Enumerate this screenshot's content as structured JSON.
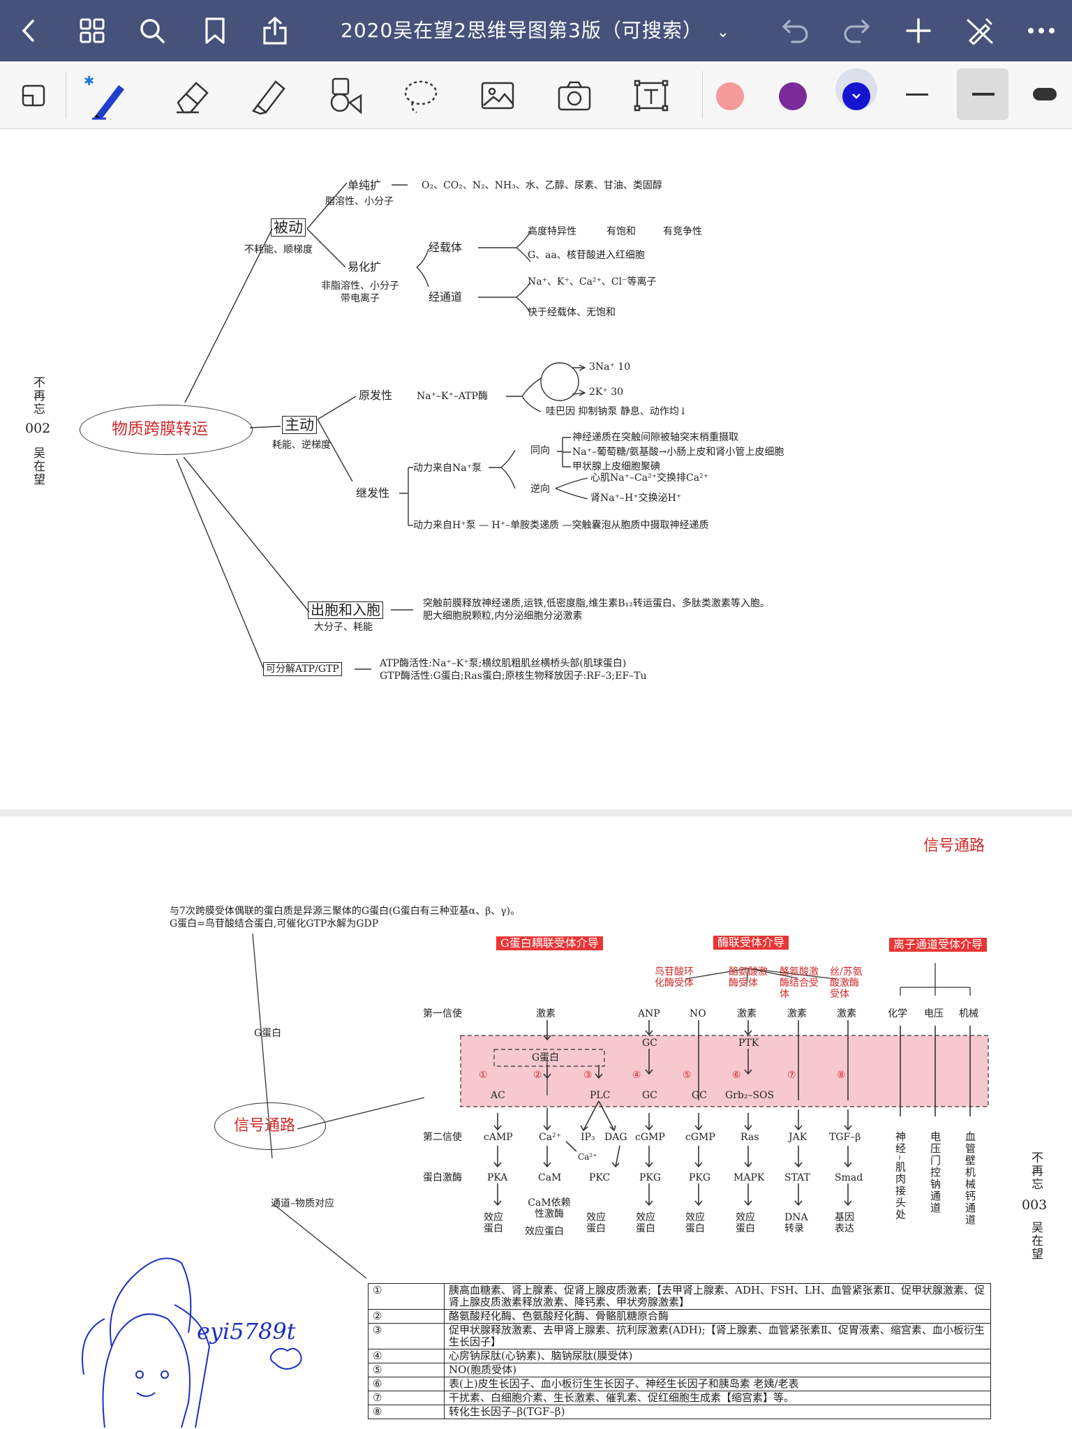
{
  "app": {
    "title": "2020吴在望2思维导图第3版（可搜索）",
    "title_chevron": "⌄"
  },
  "toolbar": {
    "colors": [
      "#f59a9a",
      "#7b2a9a",
      "#1515d0"
    ]
  },
  "page1": {
    "side_a": "不再忘",
    "side_num": "002",
    "side_b": "吴在望",
    "center": "物质跨膜转运",
    "passive": {
      "label": "被动",
      "sub": "不耗能、顺梯度",
      "simple": "单纯扩",
      "simple_sub": "脂溶性、小分子",
      "simple_items": "O₂、CO₂、N₂、NH₃、水、乙醇、尿素、甘油、类固醇",
      "facil": "易化扩",
      "facil_sub1": "非脂溶性、小分子",
      "facil_sub2": "带电离子",
      "carrier": "经载体",
      "carrier_a1": "高度特异性",
      "carrier_a2": "有饱和",
      "carrier_a3": "有竞争性",
      "carrier_b": "G、aa、核苷酸进入红细胞",
      "channel": "经通道",
      "channel_a": "Na⁺、K⁺、Ca²⁺、Cl⁻等离子",
      "channel_b": "快于经载体、无饱和"
    },
    "active": {
      "label": "主动",
      "sub": "耗能、逆梯度",
      "primary": "原发性",
      "pump": "Na⁺–K⁺–ATP酶",
      "na": "3Na⁺ 10",
      "k": "2K⁺ 30",
      "ouabain": "哇巴因 抑制钠泵 静息、动作均↓",
      "secondary": "继发性",
      "from_na": "动力来自Na⁺泵",
      "same": "同向",
      "same1": "神经递质在突触间隙被轴突末梢重摄取",
      "same2": "Na⁺–葡萄糖/氨基酸→小肠上皮和肾小管上皮细胞",
      "same3": "甲状腺上皮细胞聚碘",
      "counter": "逆向",
      "counter1": "心肌Na⁺–Ca²⁺交换排Ca²⁺",
      "counter2": "肾Na⁺–H⁺交换泌H⁺",
      "from_h": "动力来自H⁺泵 — H⁺–单胺类递质 —突触囊泡从胞质中摄取神经递质"
    },
    "exo": {
      "label": "出胞和入胞",
      "sub": "大分子、耗能",
      "line1": "突触前膜释放神经递质,运铁,低密度脂,维生素B₁₂转运蛋白、多肽类激素等入胞。",
      "line2": "肥大细胞脱颗粒,内分泌细胞分泌激素"
    },
    "atp": {
      "label": "可分解ATP/GTP",
      "line1": "ATP酶活性:Na⁺–K⁺泵;横纹肌粗肌丝横桥头部(肌球蛋白)",
      "line2": "GTP酶活性:G蛋白;Ras蛋白;原核生物释放因子:RF–3;EF–Tu"
    }
  },
  "page2": {
    "heading": "信号通路",
    "intro1": "与7次跨膜受体偶联的蛋白质是异源三聚体的G蛋白(G蛋白有三种亚基α、β、γ)。",
    "intro2": "G蛋白=鸟苷酸结合蛋白,可催化GTP水解为GDP",
    "gprotein_branch": "G蛋白",
    "center": "信号通路",
    "channel_branch": "通道–物质对应",
    "side_a": "不再忘",
    "side_num": "003",
    "side_b": "吴在望",
    "hdr_g": "G蛋白耦联受体介导",
    "hdr_enzyme": "酶联受体介导",
    "hdr_ion": "离子通道受体介导",
    "sub_gc": "鸟苷酸环化酶受体",
    "sub_tk": "酪氨酸激酶受体",
    "sub_tkb": "酪氨酸激酶结合受体",
    "sub_st": "丝/苏氨酸激酶受体",
    "row_first": "第一信使",
    "row_second": "第二信使",
    "row_kinase": "蛋白激酶",
    "first": [
      "激素",
      "ANP",
      "NO",
      "激素",
      "激素",
      "激素"
    ],
    "ion_types": [
      "化学",
      "电压",
      "机械"
    ],
    "membrane": [
      "GC",
      "PTK",
      "G蛋白"
    ],
    "nums": [
      "①",
      "②",
      "③",
      "④",
      "⑤",
      "⑥",
      "⑦",
      "⑧"
    ],
    "mids": [
      "AC",
      "PLC",
      "GC",
      "GC",
      "Grb₂–SOS"
    ],
    "seconds": [
      "cAMP",
      "Ca²⁺",
      "IP₃",
      "DAG",
      "cGMP",
      "cGMP",
      "Ras",
      "JAK",
      "TGF–β"
    ],
    "ca_small": "Ca²⁺",
    "kinases": [
      "PKA",
      "CaM",
      "PKC",
      "PKG",
      "PKG",
      "MAPK",
      "STAT",
      "Smad"
    ],
    "effects": [
      "效应蛋白",
      "CaM依赖性激酶",
      "效应蛋白",
      "效应蛋白",
      "效应蛋白",
      "效应蛋白",
      "DNA转录",
      "基因表达"
    ],
    "effect_cam2": "效应蛋白",
    "ion_vert": [
      "神经–肌肉接头处",
      "电压门控钠通道",
      "血管壁机械钙通道"
    ],
    "signature": "eyi5789t",
    "table": [
      {
        "n": "①",
        "text": "胰高血糖素、肾上腺素、促肾上腺皮质激素;【去甲肾上腺素、ADH、FSH、LH、血管紧张素Ⅱ、促甲状腺激素、促肾上腺皮质激素释放激素、降钙素、甲状旁腺激素】"
      },
      {
        "n": "②",
        "text": "酪氨酸羟化酶、色氨酸羟化酶、骨骼肌糖原合酶"
      },
      {
        "n": "③",
        "text": "促甲状腺释放激素、去甲肾上腺素、抗利尿激素(ADH);【肾上腺素、血管紧张素Ⅱ、促胃液素、缩宫素、血小板衍生生长因子】"
      },
      {
        "n": "④",
        "text": "心房钠尿肽(心钠素)、脑钠尿肽(膜受体)"
      },
      {
        "n": "⑤",
        "text": "NO(胞质受体)"
      },
      {
        "n": "⑥",
        "text": "表(上)皮生长因子、血小板衍生生长因子、神经生长因子和胰岛素 老姨/老表"
      },
      {
        "n": "⑦",
        "text": "干扰素、白细胞介素、生长激素、催乳素、促红细胞生成素【缩宫素】等。"
      },
      {
        "n": "⑧",
        "text": "转化生长因子–β(TGF–β)"
      }
    ]
  }
}
